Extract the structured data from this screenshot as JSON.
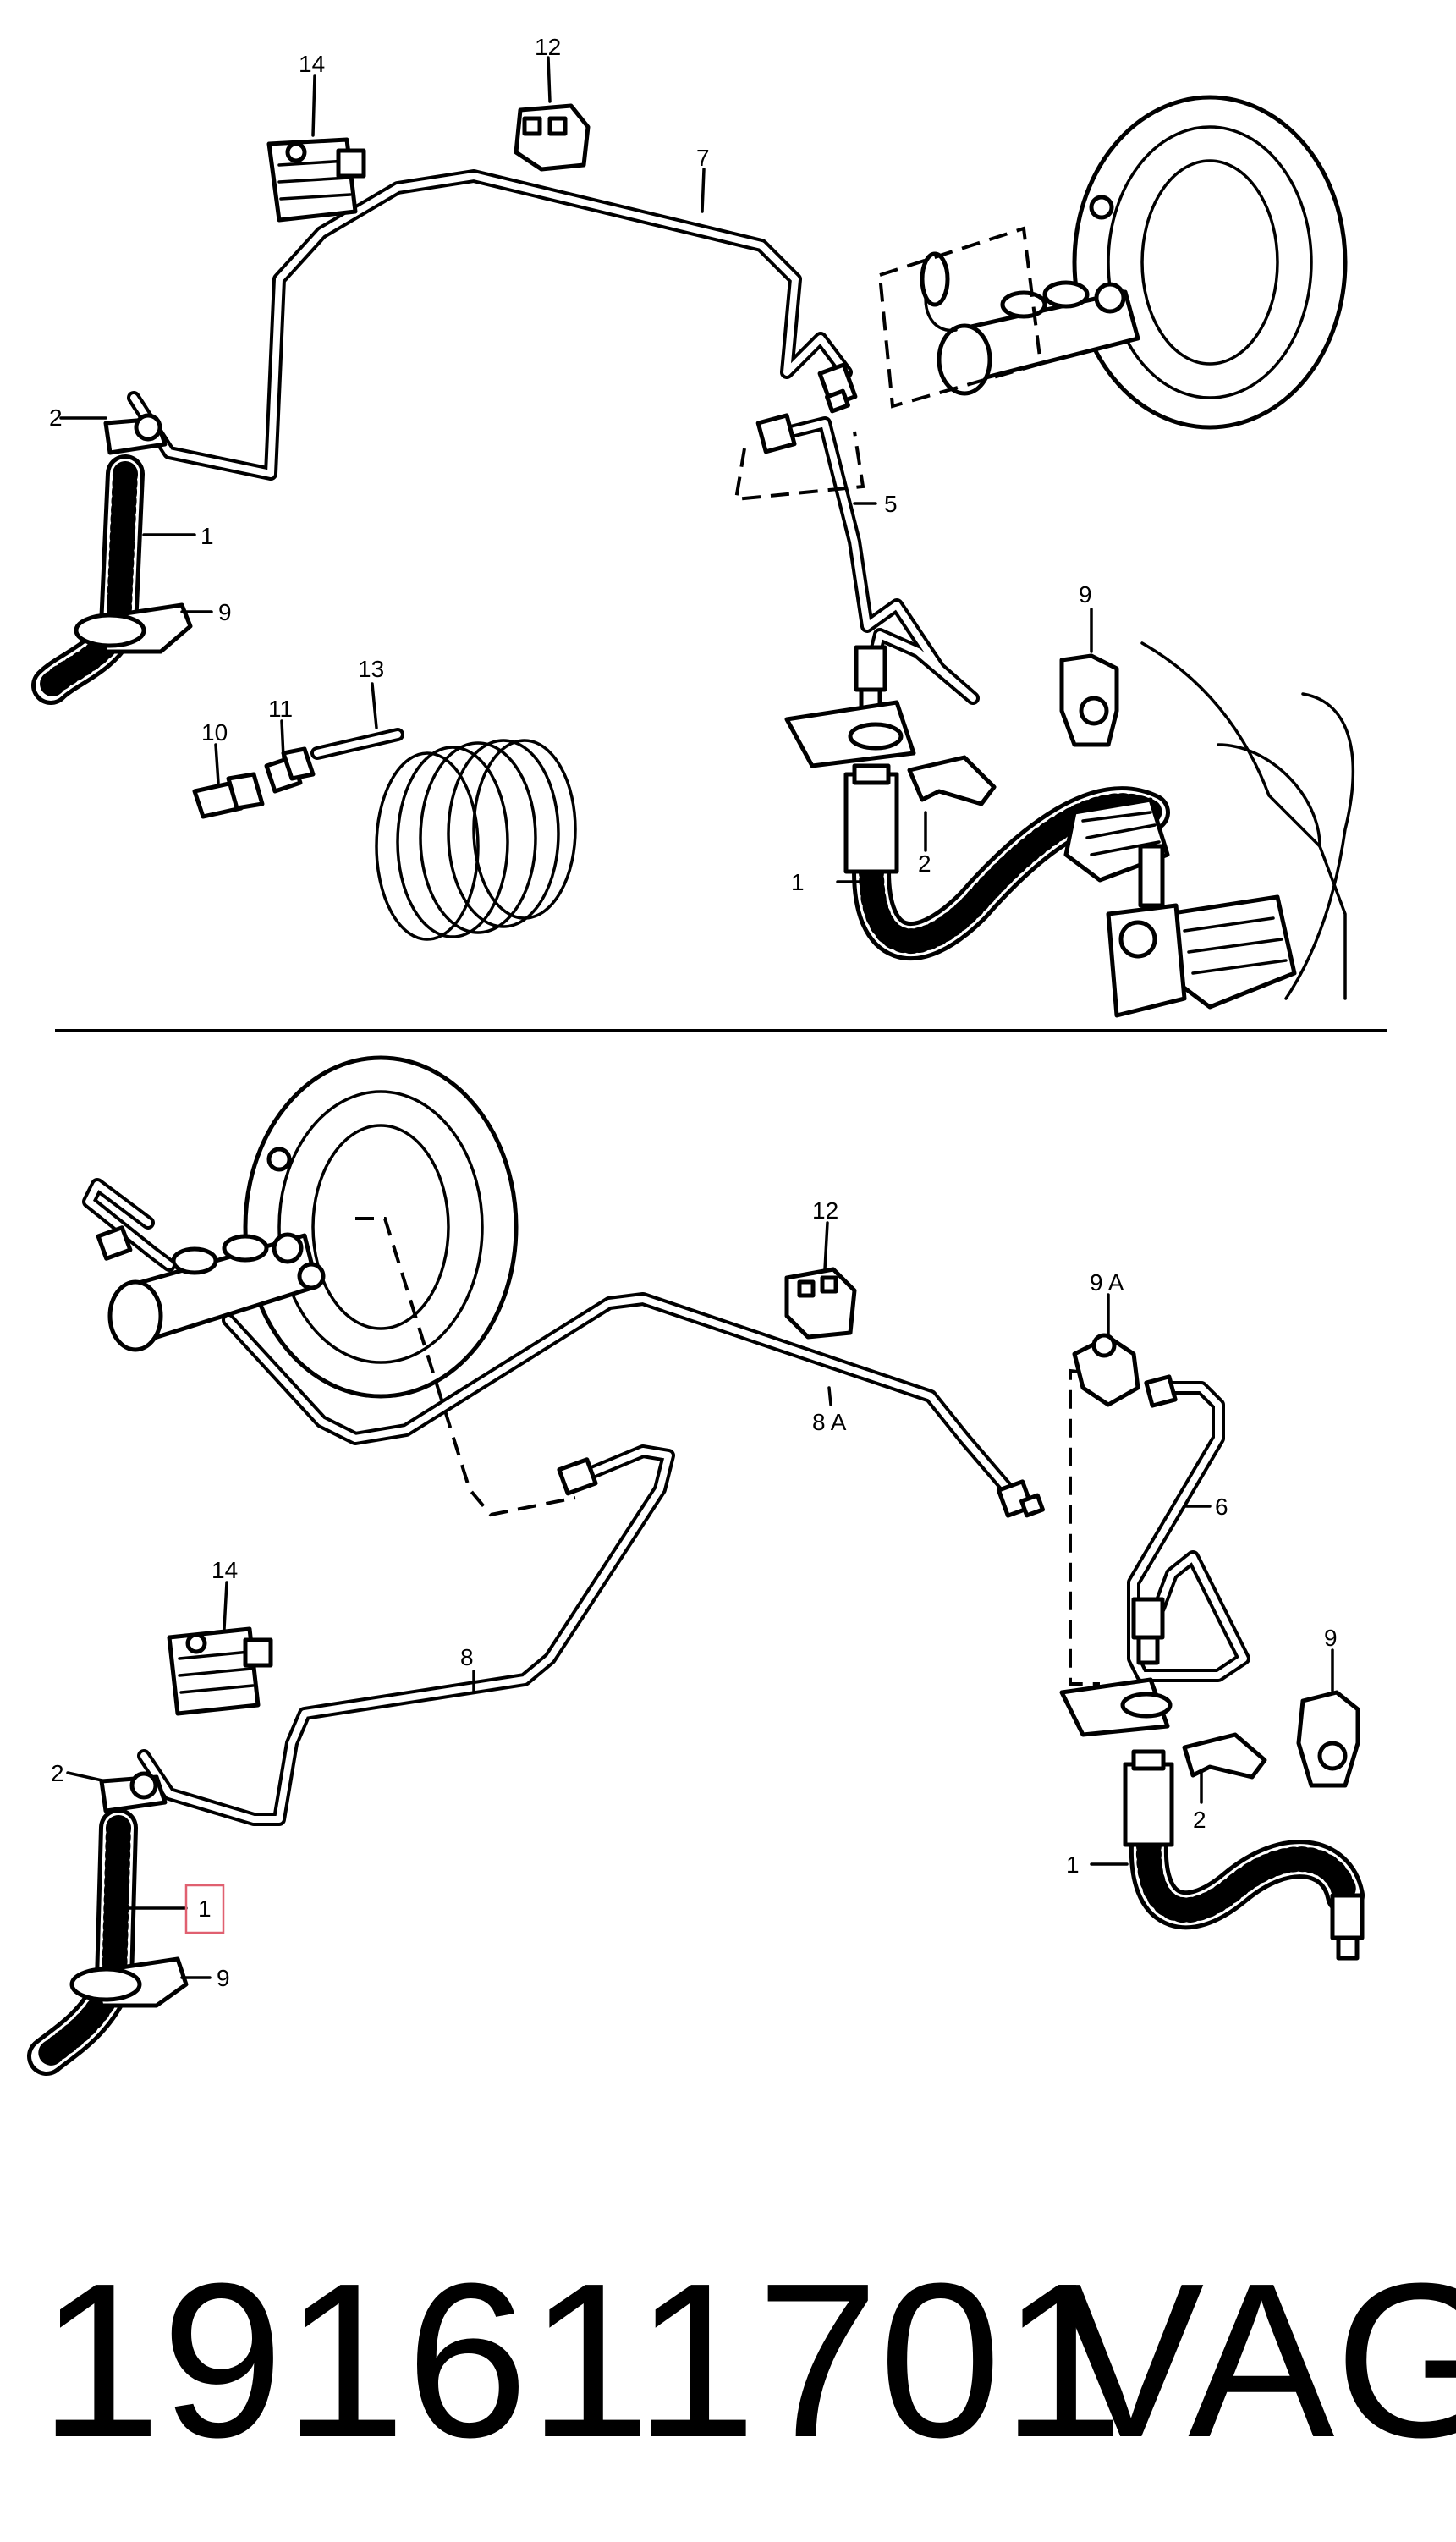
{
  "labels": {
    "top": {
      "l1a": "1",
      "l1b": "1",
      "l2a": "2",
      "l2b": "2",
      "l5": "5",
      "l7": "7",
      "l9a": "9",
      "l9b": "9",
      "l10": "10",
      "l11": "11",
      "l12": "12",
      "l13": "13",
      "l14": "14"
    },
    "bottom": {
      "l1a": "1",
      "l1b": "1",
      "l2": "2",
      "l2b": "2",
      "l6": "6",
      "l8": "8",
      "l8A": "8 A",
      "l9a": "9",
      "l9b": "9",
      "l9A": "9 A",
      "l12": "12",
      "l14": "14"
    }
  },
  "footer": {
    "part_number": "191611701",
    "brand": "VAG"
  },
  "colors": {
    "line": "#000000",
    "background": "#ffffff",
    "highlight": "#e06070"
  }
}
